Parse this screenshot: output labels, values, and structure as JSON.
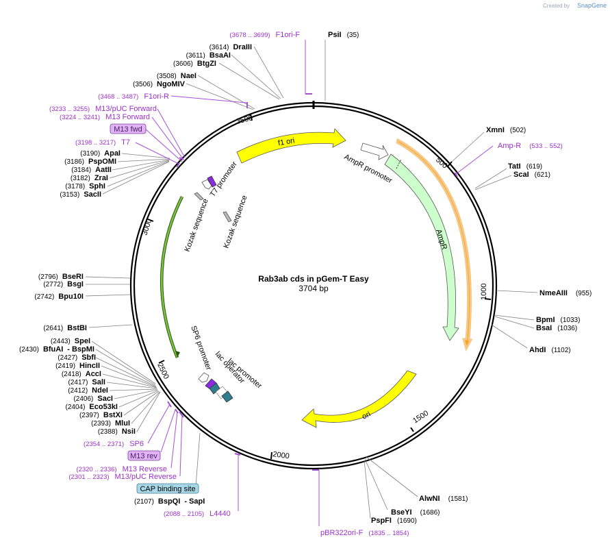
{
  "watermark": {
    "created_by": "Created by",
    "brand": "SnapGene"
  },
  "plasmid": {
    "name": "Rab3ab cds in pGem-T Easy",
    "size_label": "3704 bp",
    "length": 3704
  },
  "ticks": [
    "500",
    "1000",
    "1500",
    "2000",
    "2500",
    "3000",
    "3500"
  ],
  "enzymes": [
    {
      "name": "PsiI",
      "pos": "(35)"
    },
    {
      "name": "XmnI",
      "pos": "(502)"
    },
    {
      "name": "TatI",
      "pos": "(619)"
    },
    {
      "name": "ScaI",
      "pos": "(621)"
    },
    {
      "name": "NmeAIII",
      "pos": "(955)"
    },
    {
      "name": "BpmI",
      "pos": "(1033)"
    },
    {
      "name": "BsaI",
      "pos": "(1036)"
    },
    {
      "name": "AhdI",
      "pos": "(1102)"
    },
    {
      "name": "AlwNI",
      "pos": "(1581)"
    },
    {
      "name": "BseYI",
      "pos": "(1686)"
    },
    {
      "name": "PspFI",
      "pos": "(1690)"
    },
    {
      "name": "BspQI",
      "pos": "(2107)"
    },
    {
      "name": "- SapI",
      "pos": ""
    },
    {
      "name": "NsiI",
      "pos": "(2388)"
    },
    {
      "name": "MluI",
      "pos": "(2393)"
    },
    {
      "name": "BstXI",
      "pos": "(2397)"
    },
    {
      "name": "Eco53kI",
      "pos": "(2404)"
    },
    {
      "name": "SacI",
      "pos": "(2406)"
    },
    {
      "name": "NdeI",
      "pos": "(2412)"
    },
    {
      "name": "SalI",
      "pos": "(2417)"
    },
    {
      "name": "AccI",
      "pos": "(2418)"
    },
    {
      "name": "HincII",
      "pos": "(2419)"
    },
    {
      "name": "SbfI",
      "pos": "(2427)"
    },
    {
      "name": "BfuAI",
      "pos": "(2430)"
    },
    {
      "name": "- BspMI",
      "pos": ""
    },
    {
      "name": "SpeI",
      "pos": "(2443)"
    },
    {
      "name": "BstBI",
      "pos": "(2641)"
    },
    {
      "name": "Bpu10I",
      "pos": "(2742)"
    },
    {
      "name": "BsgI",
      "pos": "(2772)"
    },
    {
      "name": "BseRI",
      "pos": "(2796)"
    },
    {
      "name": "SacII",
      "pos": "(3153)"
    },
    {
      "name": "SphI",
      "pos": "(3178)"
    },
    {
      "name": "ZraI",
      "pos": "(3182)"
    },
    {
      "name": "AatII",
      "pos": "(3184)"
    },
    {
      "name": "PspOMI",
      "pos": "(3186)"
    },
    {
      "name": "ApaI",
      "pos": "(3190)"
    },
    {
      "name": "NgoMIV",
      "pos": "(3506)"
    },
    {
      "name": "NaeI",
      "pos": "(3508)"
    },
    {
      "name": "BtgZI",
      "pos": "(3606)"
    },
    {
      "name": "BsaAI",
      "pos": "(3611)"
    },
    {
      "name": "DraIII",
      "pos": "(3614)"
    }
  ],
  "primers": [
    {
      "name": "F1ori-F",
      "range": "(3678 .. 3699)"
    },
    {
      "name": "F1ori-R",
      "range": "(3468 .. 3487)"
    },
    {
      "name": "M13/pUC Forward",
      "range": "(3233 .. 3255)"
    },
    {
      "name": "M13 Forward",
      "range": "(3224 .. 3241)"
    },
    {
      "name": "T7",
      "range": "(3198 .. 3217)"
    },
    {
      "name": "Amp-R",
      "range": "(533 .. 552)"
    },
    {
      "name": "pBR322ori-F",
      "range": "(1835 .. 1854)"
    },
    {
      "name": "L4440",
      "range": "(2088 .. 2105)"
    },
    {
      "name": "SP6",
      "range": "(2354 .. 2371)"
    },
    {
      "name": "M13 Reverse",
      "range": "(2320 .. 2336)"
    },
    {
      "name": "M13/pUC Reverse",
      "range": "(2301 .. 2323)"
    }
  ],
  "boxed_labels": {
    "m13_fwd": "M13 fwd",
    "m13_rev": "M13 rev",
    "cap": "CAP binding site"
  },
  "features": {
    "f1ori": "f1 ori",
    "ori": "ori",
    "ampr": "AmpR",
    "ampr_promoter": "AmpR promoter",
    "t7_promoter": "T7 promoter",
    "kozak1": "Kozak sequence",
    "kozak2": "Kozak sequence",
    "sp6_promoter": "SP6 promoter",
    "lac_operator": "lac operator",
    "lac_promoter": "lac promoter"
  },
  "colors": {
    "f1ori": "#ffff00",
    "ori": "#ffff00",
    "ampr": "#ccffcc",
    "orf": "#f5a623",
    "insert": "#7dc242",
    "primer": "#a64fd6",
    "lac_operator": "#2e7d8c",
    "t7_promoter": "#8a2be2",
    "cap_box": "#a8d8e8",
    "primer_box": "#e0b3f5"
  }
}
